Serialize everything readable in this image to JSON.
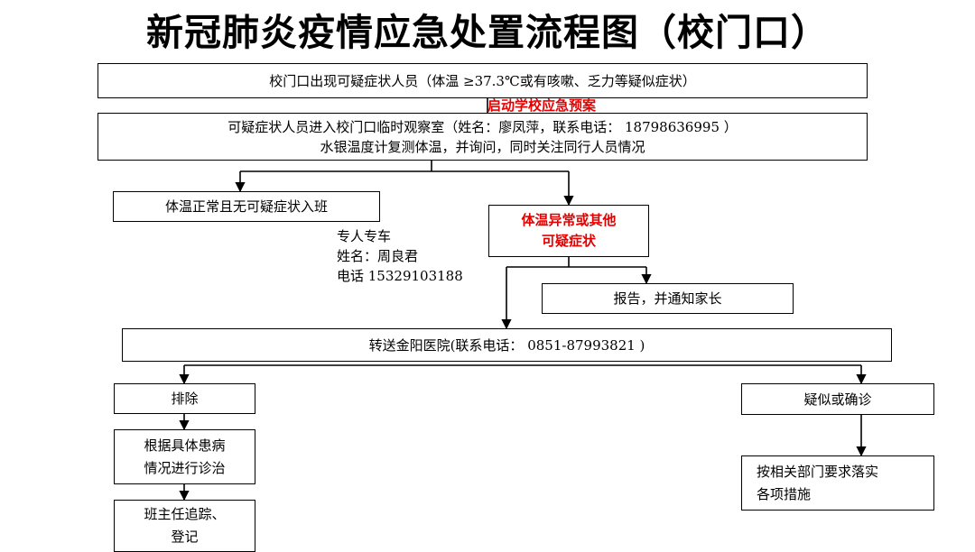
{
  "title": "新冠肺炎疫情应急处置流程图（校门口）",
  "nodes": {
    "detect": "校门口出现可疑症状人员（体温 ≥37.3℃或有咳嗽、乏力等疑似症状）",
    "plan": "启动学校应急预案",
    "observe_line1": "可疑症状人员进入校门口临时观察室（姓名：廖凤萍，联系电话： 18798636995  ）",
    "observe_line2": "水银温度计复测体温，并询问，同时关注同行人员情况",
    "normal": "体温正常且无可疑症状入班",
    "abnormal_line1": "体温异常或其他",
    "abnormal_line2": "可疑症状",
    "report": "报告，并通知家长",
    "transfer": "转送金阳医院(联系电话： 0851-87993821 )",
    "exclude": "排除",
    "treat_line1": "根据具体患病",
    "treat_line2": "情况进行诊治",
    "track_line1": "班主任追踪、",
    "track_line2": "登记",
    "suspect": "疑似或确诊",
    "measures_line1": "按相关部门要求落实",
    "measures_line2": "各项措施"
  },
  "driver": {
    "line1": "专人专车",
    "line2": "姓名：周良君",
    "line3": "电话 15329103188"
  },
  "colors": {
    "accent_red": "#e60000",
    "line": "#000000"
  }
}
